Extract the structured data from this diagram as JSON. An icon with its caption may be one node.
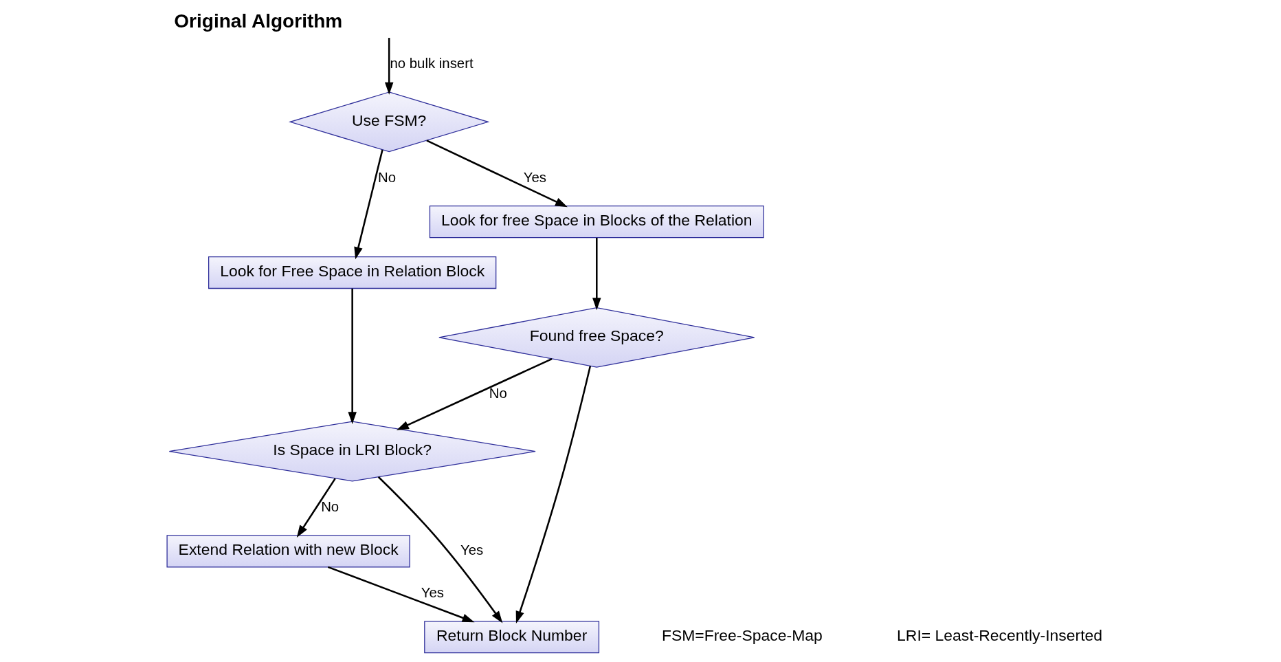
{
  "diagram": {
    "title": "Original Algorithm",
    "nodes": [
      {
        "text": [
          "Use FSM?"
        ]
      },
      {
        "text": [
          "Look for Free Space in Relation Block"
        ]
      },
      {
        "text": [
          "Look for free Space in Blocks of the Relation"
        ]
      },
      {
        "text": [
          "Found free Space?"
        ]
      },
      {
        "text": [
          "Is Space in LRI Block?"
        ]
      },
      {
        "text": [
          "Extend Relation with new Block"
        ]
      },
      {
        "text": [
          "Return Block Number"
        ]
      }
    ],
    "edges": [
      {
        "from": null,
        "to": 0,
        "arrow": "to",
        "label": "no bulk insert"
      },
      {
        "from": 0,
        "to": 1,
        "arrow": "to",
        "label": "No"
      },
      {
        "from": 0,
        "to": 2,
        "arrow": "to",
        "label": "Yes"
      },
      {
        "from": 1,
        "to": 4,
        "arrow": "to"
      },
      {
        "from": 2,
        "to": 3,
        "arrow": "to"
      },
      {
        "from": 3,
        "to": 4,
        "arrow": "to",
        "label": "No"
      },
      {
        "from": 4,
        "to": 6,
        "arrow": "to",
        "label": "Yes"
      },
      {
        "from": 3,
        "to": 6,
        "arrow": "to"
      },
      {
        "from": 4,
        "to": 5,
        "arrow": "to",
        "label": "No"
      },
      {
        "from": 5,
        "to": 6,
        "arrow": "to",
        "label": "Yes"
      }
    ],
    "labels": [
      "FSM=Free-Space-Map",
      "LRI= Least-Recently-Inserted"
    ]
  }
}
